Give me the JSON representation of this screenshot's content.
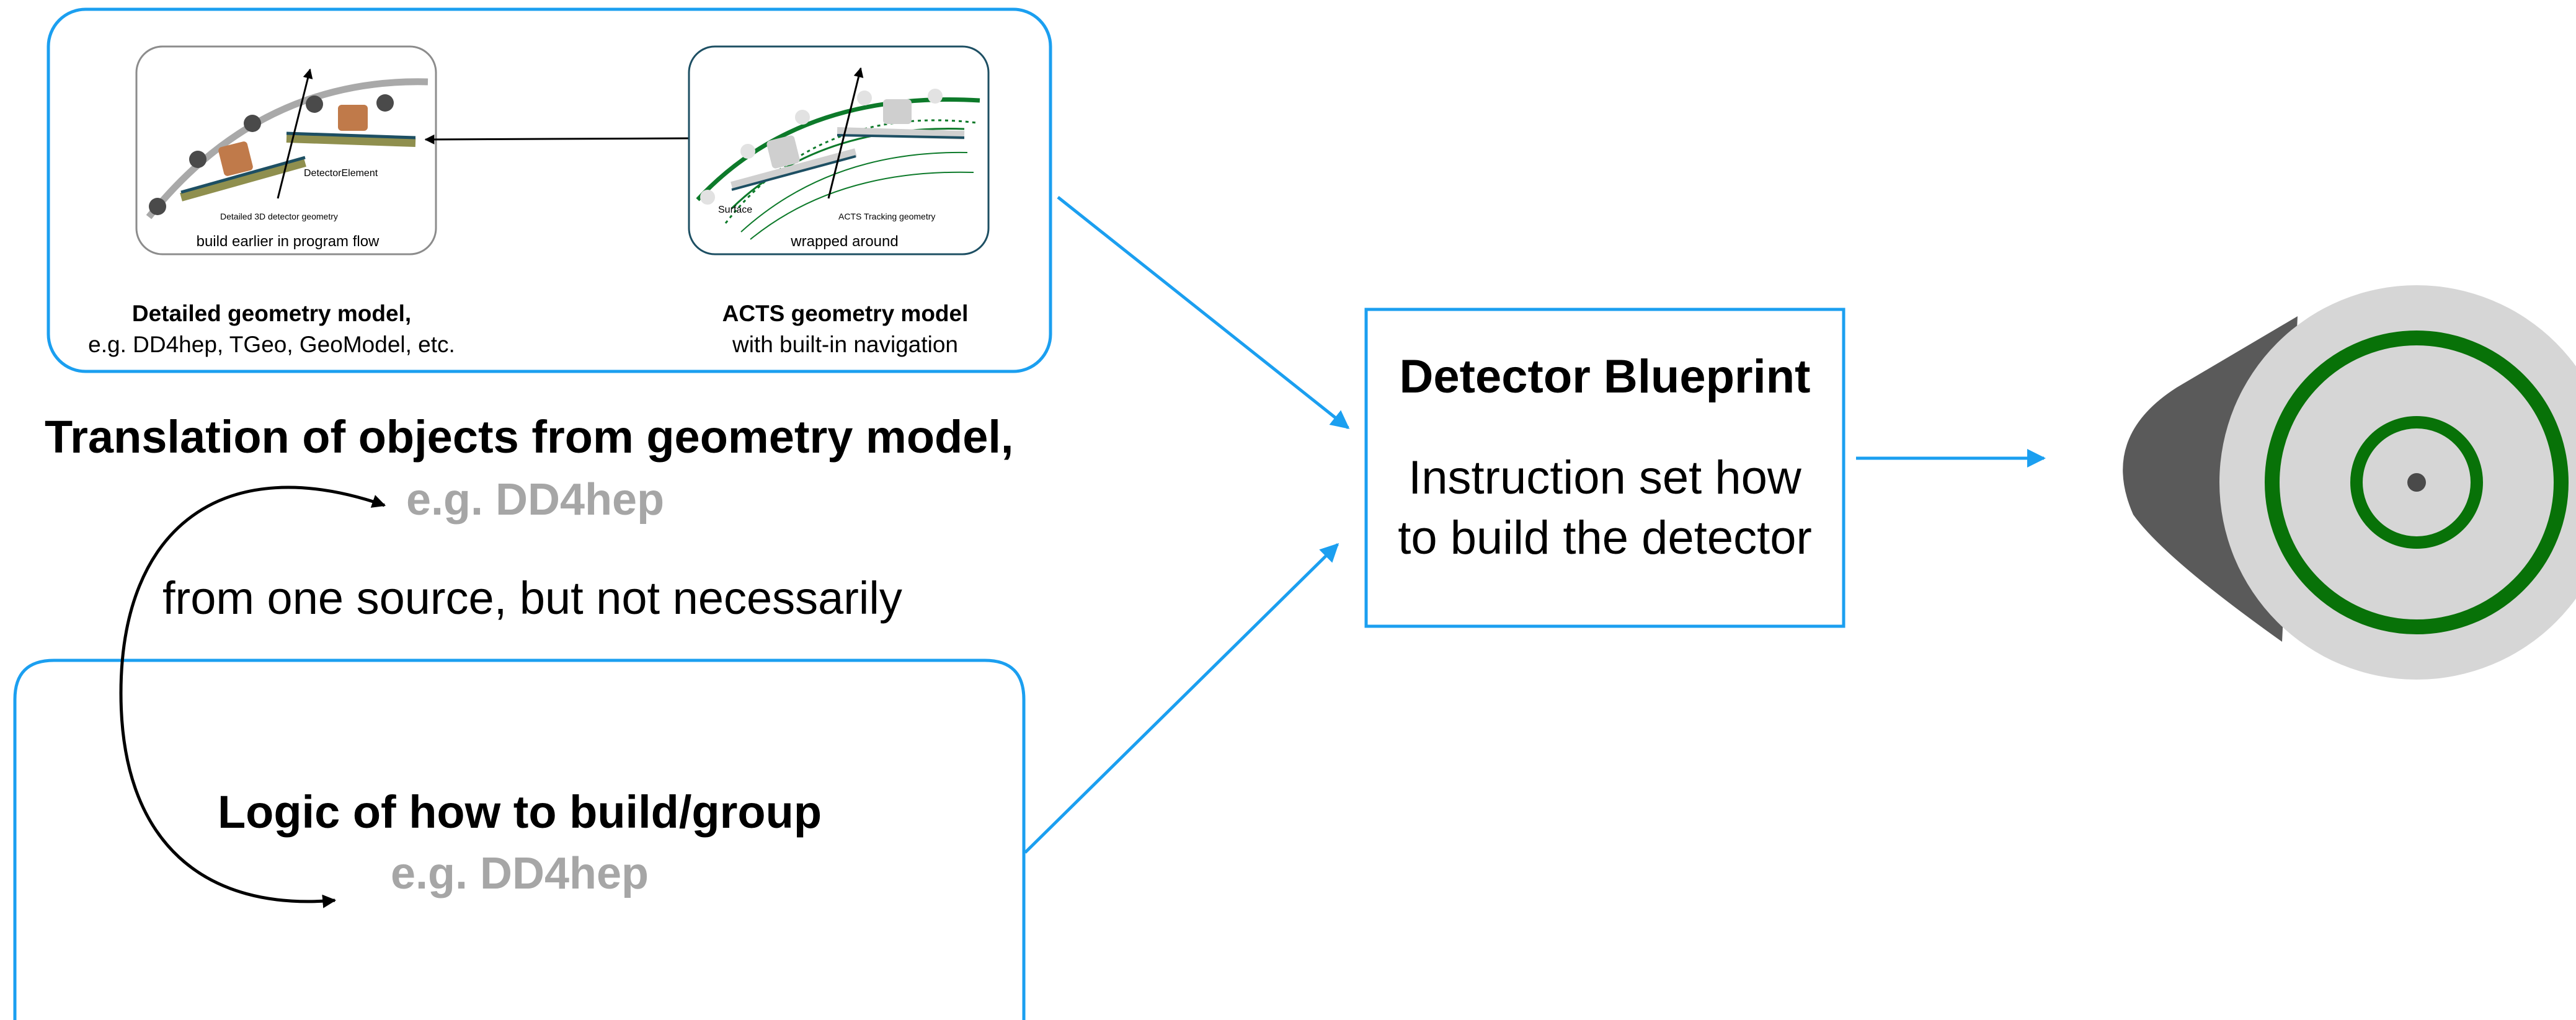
{
  "geometry_panel": {
    "detailed_thumb": {
      "detector_element_label": "DetectorElement",
      "geometry_label": "Detailed 3D detector geometry",
      "caption": "build earlier in program flow"
    },
    "acts_thumb": {
      "surface_label": "Surface",
      "geometry_label": "ACTS Tracking geometry",
      "caption": "wrapped around"
    },
    "detailed_title": "Detailed geometry model,",
    "detailed_subtitle": "e.g. DD4hep, TGeo, GeoModel, etc.",
    "acts_title": "ACTS geometry model",
    "acts_subtitle": "with built-in navigation"
  },
  "translation": {
    "heading": "Translation of objects from geometry model,",
    "example": "e.g. DD4hep",
    "note": "from one source, but not necessarily"
  },
  "logic_panel": {
    "heading": "Logic of how to build/group",
    "example": "e.g. DD4hep"
  },
  "blueprint": {
    "title": "Detector Blueprint",
    "line1": "Instruction set how",
    "line2": "to build the detector"
  },
  "colors": {
    "accent_blue": "#1b9ff0",
    "green_ring": "#087208",
    "light_grey": "#d6d6d6",
    "dark_grey": "#5a5a5a",
    "example_grey": "#a6a6a6",
    "wood": "#c07a4a",
    "olive": "#8f8f4e"
  }
}
